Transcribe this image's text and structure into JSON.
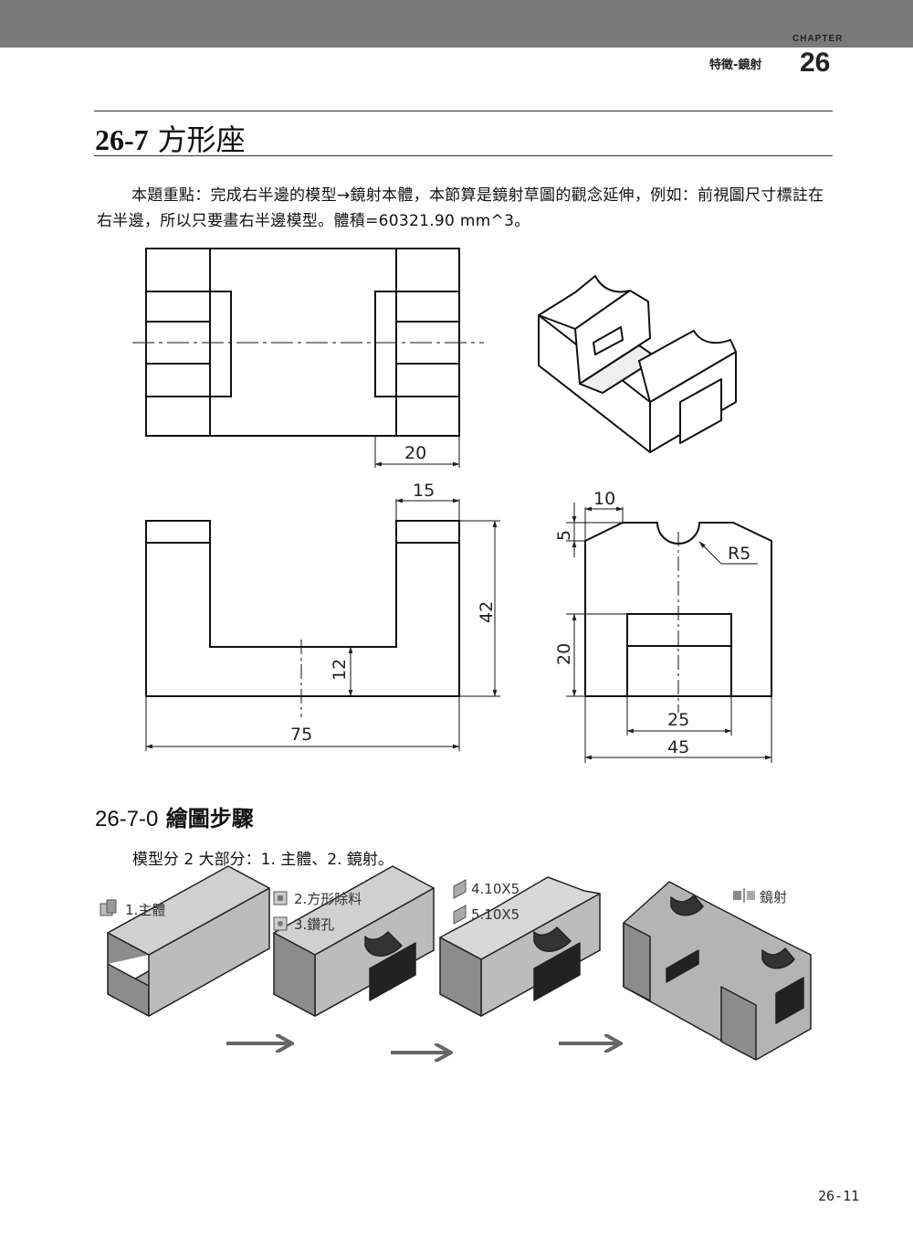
{
  "header": {
    "chapter_label": "CHAPTER",
    "chapter_number": "26",
    "chapter_name": "特徵-鏡射"
  },
  "section": {
    "number": "26-7",
    "title": "方形座"
  },
  "paragraph": "本題重點：完成右半邊的模型→鏡射本體，本節算是鏡射草圖的觀念延伸，例如：前視圖尺寸標註在右半邊，所以只要畫右半邊模型。體積=60321.90 mm^3。",
  "drawing": {
    "dims": {
      "d20_top": "20",
      "d15": "15",
      "d42": "42",
      "d12": "12",
      "d75": "75",
      "d10": "10",
      "d5": "5",
      "r5": "R5",
      "d20_side": "20",
      "d25": "25",
      "d45": "45"
    }
  },
  "subsection": {
    "number": "26-7-0",
    "title": "繪圖步驟"
  },
  "intro": "模型分 2 大部分：1. 主體、2. 鏡射。",
  "steps": {
    "s1": "1.主體",
    "s2": "2.方形除料",
    "s3": "3.鑽孔",
    "s4": "4.10X5",
    "s5": "5.10X5",
    "s6": "鏡射"
  },
  "page_number": "26-11"
}
